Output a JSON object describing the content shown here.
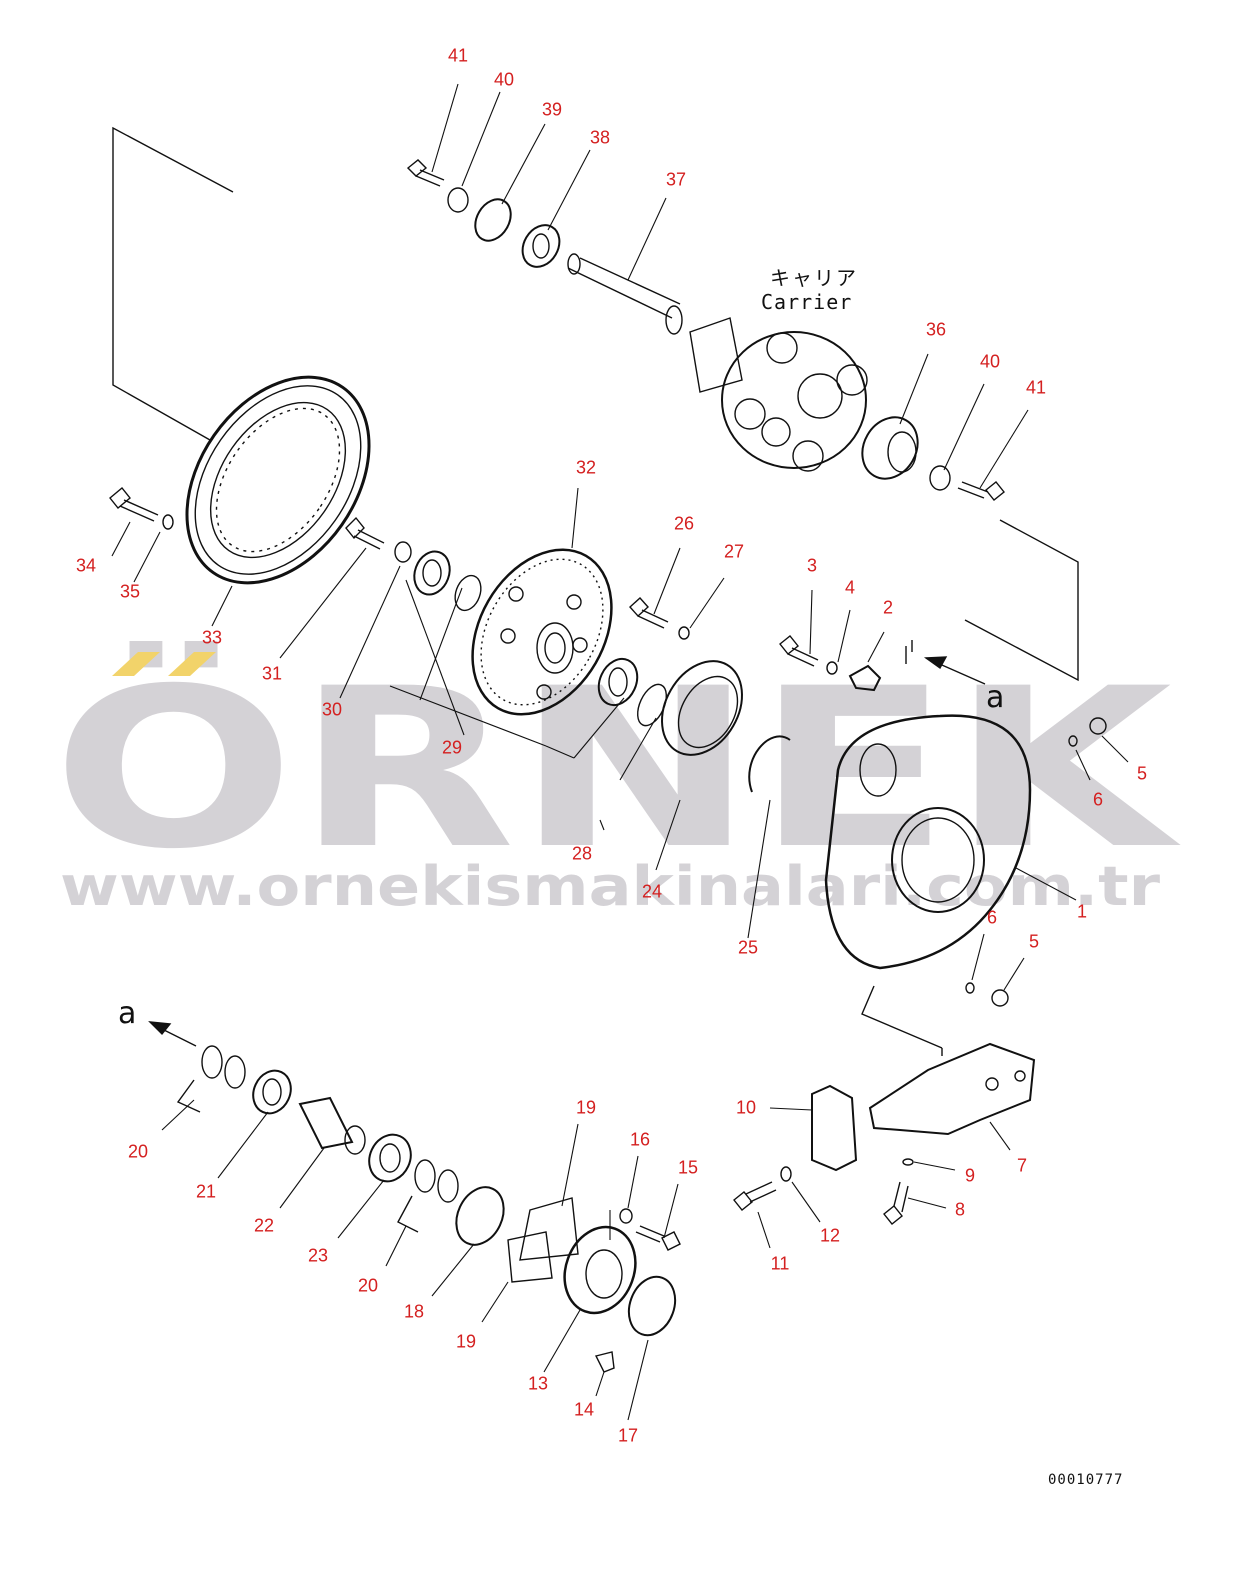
{
  "diagram": {
    "carrier_label_jp": "キャリア",
    "carrier_label_en": "Carrier",
    "view_marker": "a",
    "drawing_code": "00010777",
    "watermark": {
      "brand": "ÖRNEK",
      "url": "www.ornekismakinalari.com.tr"
    },
    "part_labels": [
      "1",
      "2",
      "3",
      "4",
      "5",
      "5",
      "6",
      "6",
      "7",
      "8",
      "9",
      "10",
      "11",
      "12",
      "13",
      "14",
      "15",
      "16",
      "17",
      "18",
      "19",
      "19",
      "20",
      "20",
      "21",
      "22",
      "23",
      "24",
      "25",
      "26",
      "27",
      "28",
      "29",
      "30",
      "31",
      "32",
      "33",
      "34",
      "35",
      "36",
      "37",
      "38",
      "39",
      "40",
      "40",
      "41",
      "41"
    ]
  },
  "colors": {
    "label": "#d42020",
    "line": "#111111",
    "watermark": "#d4d2d6",
    "watermark_accent": "#f2d36a"
  }
}
